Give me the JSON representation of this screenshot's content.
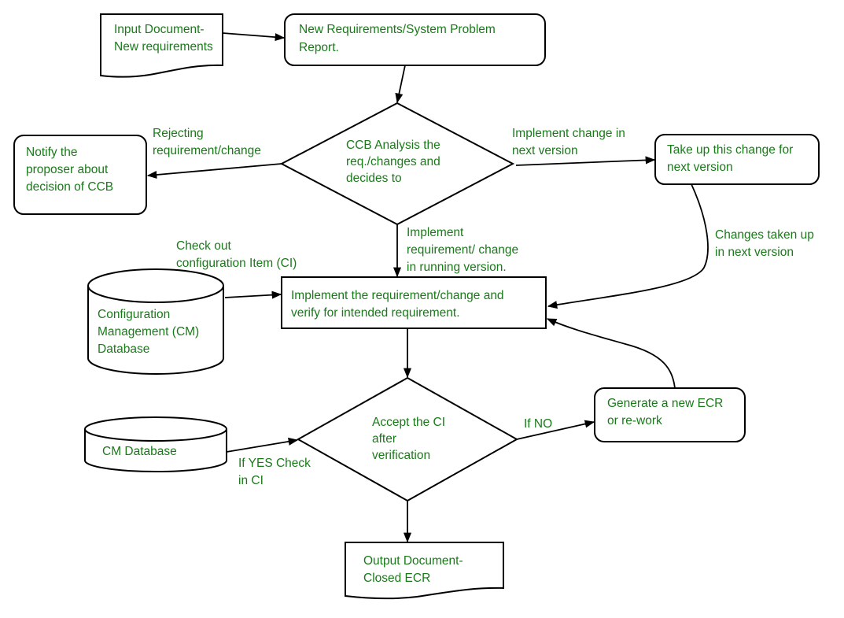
{
  "colors": {
    "text": "#1a7a1a",
    "stroke": "#000000",
    "background": "#ffffff"
  },
  "nodes": {
    "input_doc": {
      "type": "document",
      "lines": [
        "Input Document-",
        "New requirements"
      ]
    },
    "new_req": {
      "type": "rounded-process",
      "lines": [
        "New Requirements/System Problem",
        "Report."
      ]
    },
    "ccb_decision": {
      "type": "decision",
      "lines": [
        "CCB Analysis the",
        "req./changes and",
        "decides to"
      ]
    },
    "notify": {
      "type": "rounded-process",
      "lines": [
        "Notify the",
        "proposer about",
        "decision of CCB"
      ]
    },
    "next_version": {
      "type": "rounded-process",
      "lines": [
        "Take up this change for",
        "next version"
      ]
    },
    "cm_database": {
      "type": "database",
      "lines": [
        "Configuration",
        "Management (CM)",
        "Database"
      ]
    },
    "implement": {
      "type": "process",
      "lines": [
        "Implement the requirement/change and",
        "verify for intended requirement."
      ]
    },
    "accept_decision": {
      "type": "decision",
      "lines": [
        "Accept the CI",
        "after",
        "verification"
      ]
    },
    "cm_db2": {
      "type": "database",
      "lines": [
        "CM Database"
      ]
    },
    "new_ecr": {
      "type": "rounded-process",
      "lines": [
        "Generate a new ECR",
        "or re-work"
      ]
    },
    "output_doc": {
      "type": "document",
      "lines": [
        "Output Document-",
        "Closed ECR"
      ]
    }
  },
  "edge_labels": {
    "rejecting": [
      "Rejecting",
      "requirement/change"
    ],
    "implement_next": [
      "Implement change in",
      "next version"
    ],
    "implement_running": [
      "Implement",
      "requirement/ change",
      "in running version."
    ],
    "check_out": [
      "Check out",
      "configuration Item (CI)"
    ],
    "changes_taken": [
      "Changes taken up",
      "in next version"
    ],
    "if_yes": [
      "If YES Check",
      "in CI"
    ],
    "if_no": [
      "If NO"
    ]
  }
}
